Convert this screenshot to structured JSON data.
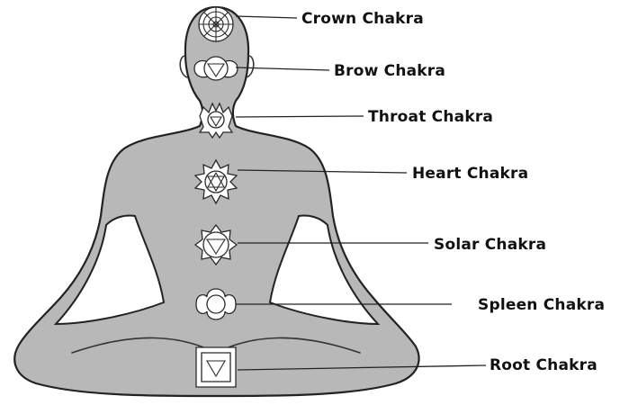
{
  "figure": {
    "colors": {
      "background": "#ffffff",
      "body_fill": "#b8b8b8",
      "outline": "#222222",
      "symbol_fill": "#ffffff"
    }
  },
  "chakras": [
    {
      "id": "crown",
      "label": "Crown Chakra",
      "symbol": "thousand-petal-lotus"
    },
    {
      "id": "brow",
      "label": "Brow Chakra",
      "symbol": "two-petal-triangle"
    },
    {
      "id": "throat",
      "label": "Throat Chakra",
      "symbol": "sixteen-petal-lotus"
    },
    {
      "id": "heart",
      "label": "Heart Chakra",
      "symbol": "twelve-petal-hexagram"
    },
    {
      "id": "solar",
      "label": "Solar Chakra",
      "symbol": "ten-petal-triangle"
    },
    {
      "id": "spleen",
      "label": "Spleen Chakra",
      "symbol": "six-petal-crescent"
    },
    {
      "id": "root",
      "label": "Root Chakra",
      "symbol": "four-petal-square"
    }
  ]
}
